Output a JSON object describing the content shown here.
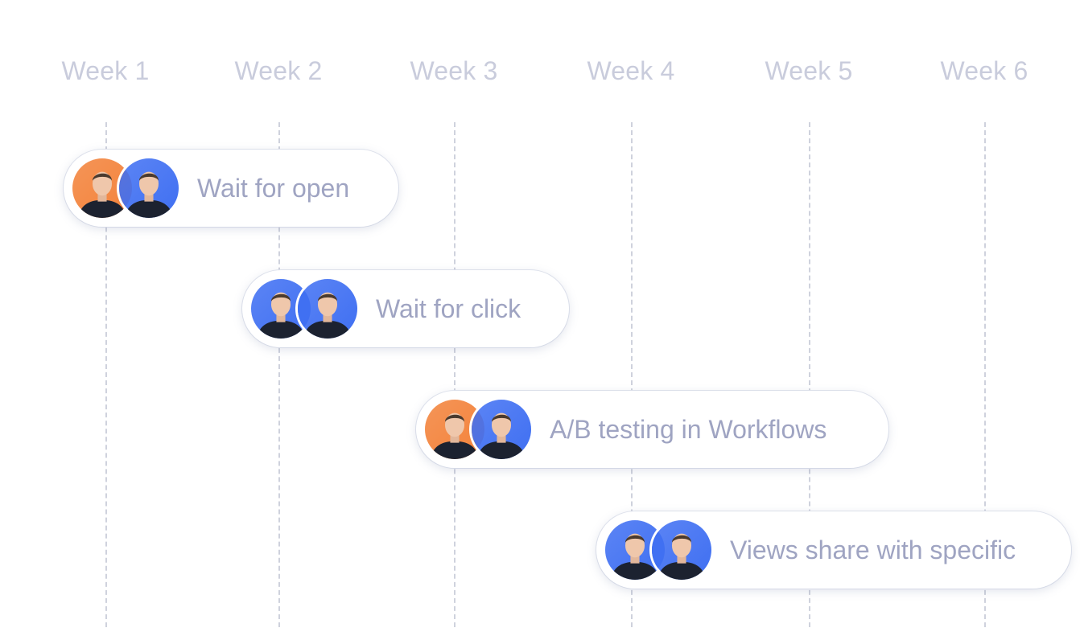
{
  "weeks": [
    "Week 1",
    "Week 2",
    "Week 3",
    "Week 4",
    "Week 5",
    "Week 6"
  ],
  "tasks": [
    {
      "label": "Wait for open",
      "avatars": [
        "orange",
        "blue"
      ]
    },
    {
      "label": "Wait for click",
      "avatars": [
        "blue",
        "blue"
      ]
    },
    {
      "label": "A/B testing in Workflows",
      "avatars": [
        "orange",
        "blue"
      ]
    },
    {
      "label": "Views share with specific",
      "avatars": [
        "blue",
        "blue"
      ]
    }
  ],
  "colors": {
    "week_label": "#c9ccdc",
    "task_label": "#9fa4c2",
    "avatar_blue": "#3f6ff2",
    "avatar_orange": "#f3823a"
  }
}
